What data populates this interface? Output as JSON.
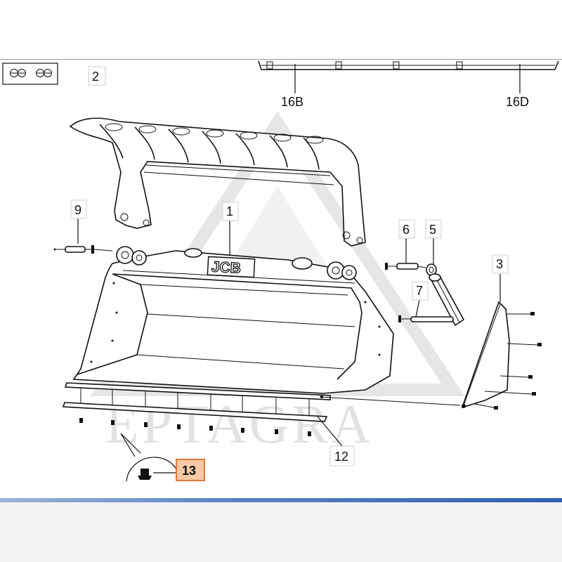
{
  "watermark": "EPTAGRA",
  "logo_text": "JCB",
  "callouts": {
    "c1": "1",
    "c2": "2",
    "c3": "3",
    "c5": "5",
    "c6": "6",
    "c7": "7",
    "c9": "9",
    "c12": "12",
    "c13": "13",
    "c16b": "16B",
    "c16d": "16D"
  },
  "colors": {
    "highlight_fill": "#f7c9a6",
    "highlight_border": "#e8763a",
    "window_accent": "#2f5fb0"
  },
  "icons": [
    "cufflink-icon",
    "cufflink-icon"
  ]
}
